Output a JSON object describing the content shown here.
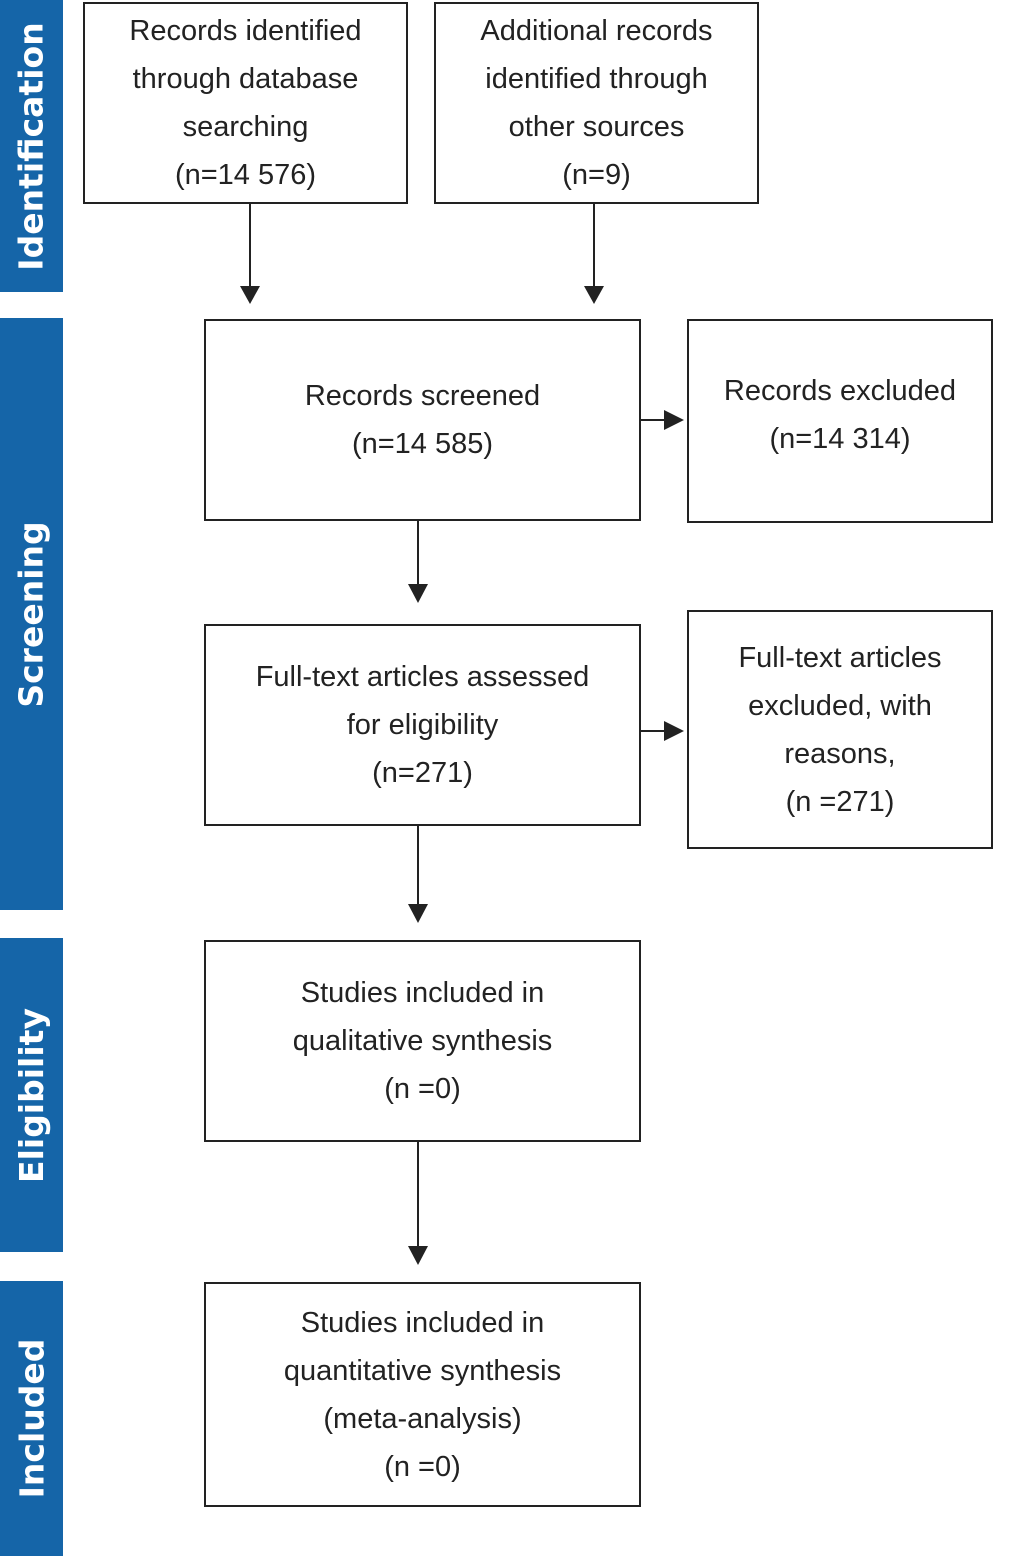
{
  "phases": {
    "identification": "Identification",
    "screening": "Screening",
    "eligibility": "Eligibility",
    "included": "Included"
  },
  "boxes": {
    "database_search": {
      "lines": [
        "Records identified",
        "through database",
        "searching",
        "(n=14 576)"
      ]
    },
    "other_sources": {
      "lines": [
        "Additional records",
        "identified through",
        "other sources",
        "(n=9)"
      ]
    },
    "screened": {
      "lines": [
        "Records screened",
        "(n=14 585)"
      ]
    },
    "excluded": {
      "lines": [
        "Records excluded",
        "(n=14 314)"
      ]
    },
    "fulltext_assessed": {
      "lines": [
        "Full-text articles assessed",
        "for eligibility",
        "(n=271)"
      ]
    },
    "fulltext_excluded": {
      "lines": [
        "Full-text articles",
        "excluded, with",
        "reasons,",
        "(n =271)"
      ]
    },
    "qualitative": {
      "lines": [
        "Studies included in",
        "qualitative synthesis",
        "(n =0)"
      ]
    },
    "quantitative": {
      "lines": [
        "Studies included in",
        "quantitative synthesis",
        "(meta-analysis)",
        "(n =0)"
      ]
    }
  },
  "colors": {
    "phase_bar": "#1565a8",
    "line": "#222222"
  }
}
